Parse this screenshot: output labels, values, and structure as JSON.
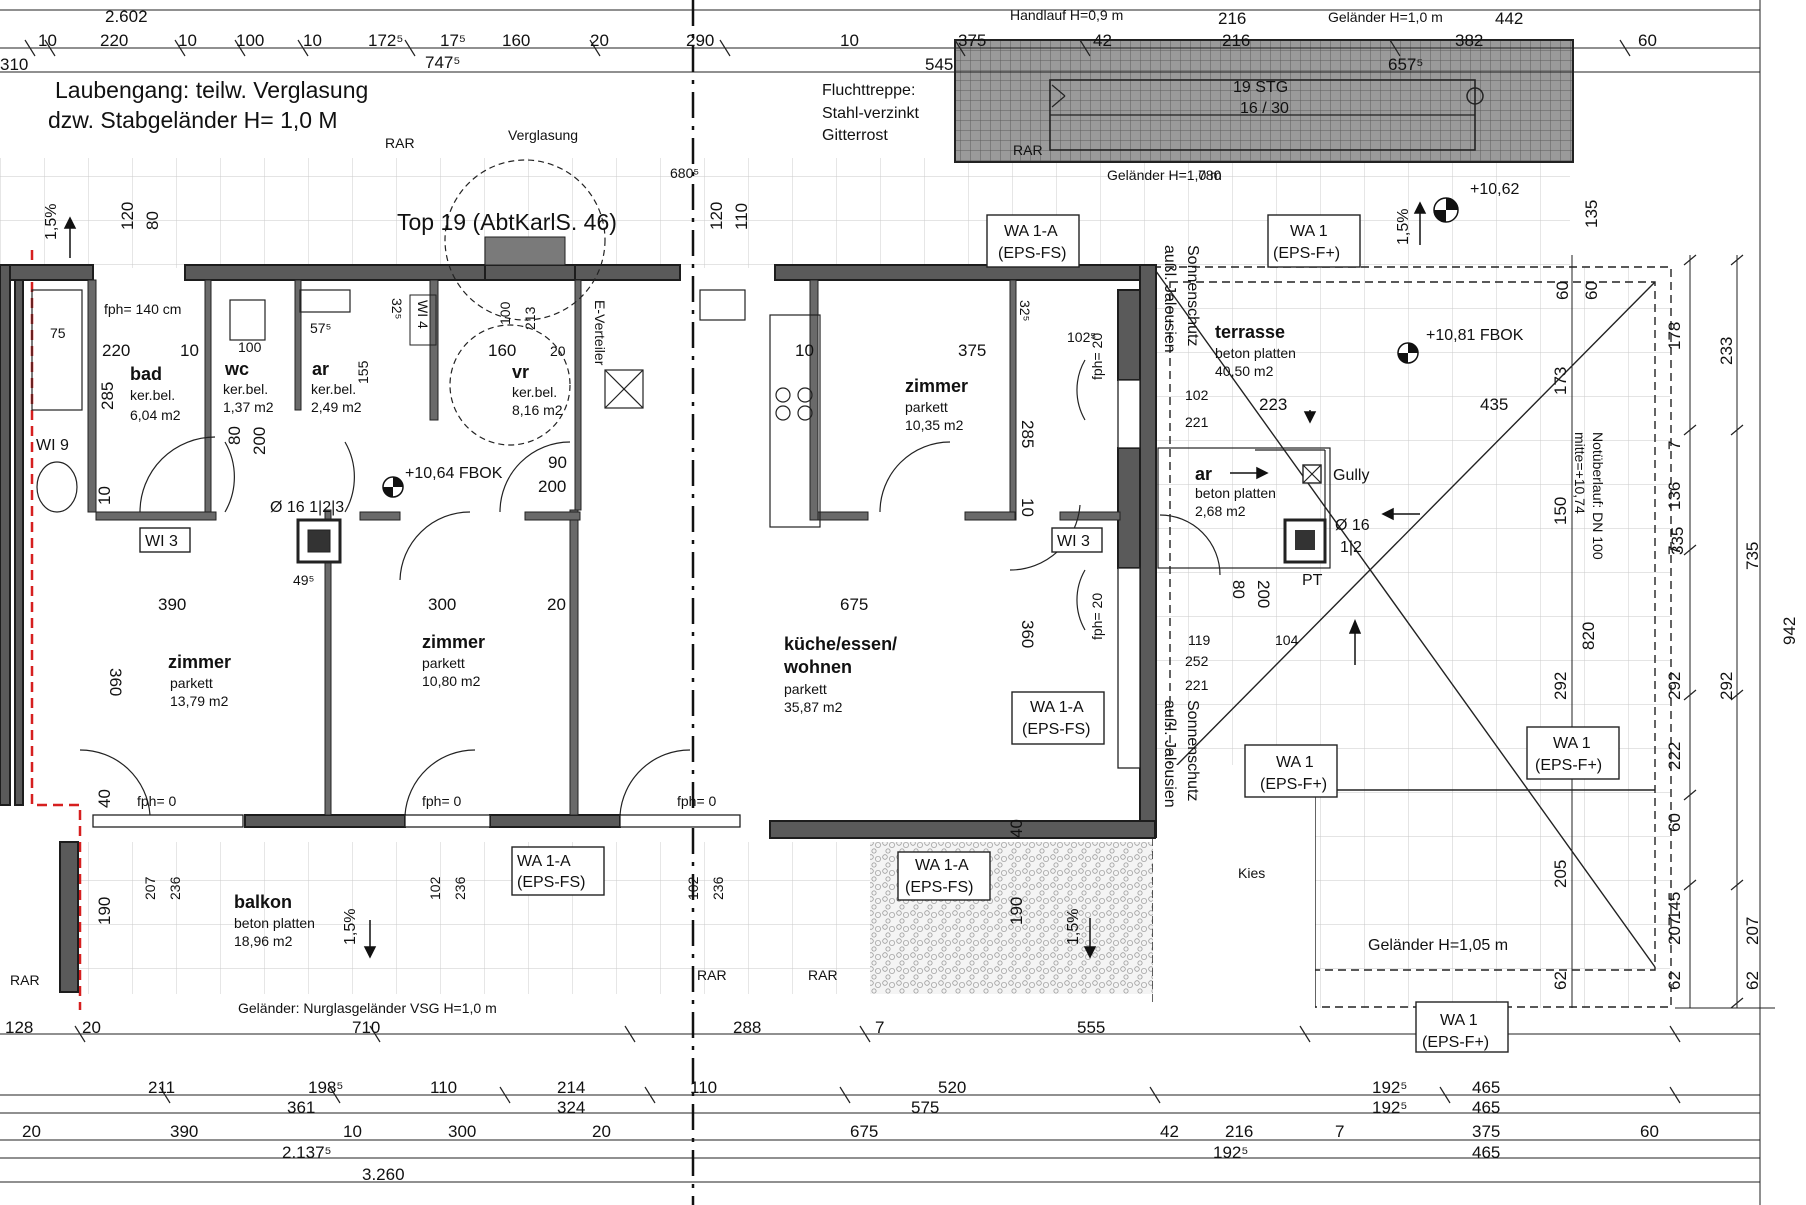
{
  "notes": {
    "laubengang_1": "Laubengang: teilw. Verglasung",
    "laubengang_2": "dzw. Stabgeländer H= 1,0 M",
    "verglasung": "Verglasung",
    "top": "Top 19 (AbtKarlS. 46)",
    "flucht_1": "Fluchttreppe:",
    "flucht_2": "Stahl-verzinkt",
    "flucht_3": "Gitterrost",
    "stair_1": "19 STG",
    "stair_2": "16 / 30",
    "handlauf": "Handlauf H=0,9 m",
    "gelaender_top": "Geländer H=1,0 m",
    "gelaender_mid": "Geländer H=1,0 m",
    "gelaender_terr": "Geländer H=1,05 m",
    "gelaender_balk": "Geländer:  Nurglasgeländer VSG H=1,0 m",
    "sonnen_1a": "Sonnenschutz",
    "sonnen_1b": "außl. Jalousien",
    "sonnen_2a": "Sonnenschutz",
    "sonnen_2b": "außl. Jalousien",
    "kies": "Kies",
    "gully": "Gully",
    "pt": "PT",
    "notueberlauf_1": "Notüberlauf: DN 100",
    "notueberlauf_2": "mitte=+10,74",
    "level_1": "+10,62",
    "level_2": "+10,81 FBOK",
    "level_3": "+10,64 FBOK",
    "pipe_1": "Ø 16 1|2|3",
    "pipe_2a": "Ø 16",
    "pipe_2b": "1|2",
    "fph": "fph= 140 cm",
    "e_verteiler": "E-Verteiler",
    "slope": "1,5%"
  },
  "rooms": [
    {
      "key": "bad",
      "name": "bad",
      "sub": "ker.bel.",
      "area": "6,04 m2"
    },
    {
      "key": "wc",
      "name": "wc",
      "sub": "ker.bel.",
      "area": "1,37 m2"
    },
    {
      "key": "ar1",
      "name": "ar",
      "sub": "ker.bel.",
      "area": "2,49 m2"
    },
    {
      "key": "vr",
      "name": "vr",
      "sub": "ker.bel.",
      "area": "8,16 m2"
    },
    {
      "key": "zimmer1",
      "name": "zimmer",
      "sub": "parkett",
      "area": "10,35 m2"
    },
    {
      "key": "terrasse",
      "name": "terrasse",
      "sub": "beton platten",
      "area": "40,50 m2"
    },
    {
      "key": "ar2",
      "name": "ar",
      "sub": "beton platten",
      "area": "2,68 m2"
    },
    {
      "key": "zimmer2",
      "name": "zimmer",
      "sub": "parkett",
      "area": "13,79 m2"
    },
    {
      "key": "zimmer3",
      "name": "zimmer",
      "sub": "parkett",
      "area": "10,80 m2"
    },
    {
      "key": "kueche",
      "name": "küche/essen/",
      "name2": "wohnen",
      "sub": "parkett",
      "area": "35,87 m2"
    },
    {
      "key": "balkon",
      "name": "balkon",
      "sub": "beton platten",
      "area": "18,96 m2"
    }
  ],
  "tags": {
    "wa1a": "WA 1-A",
    "epsfs": "(EPS-FS)",
    "wa1": "WA 1",
    "epsf": "(EPS-F+)",
    "wi3": "WI 3",
    "wi4": "WI 4",
    "wi9": "WI 9",
    "rar": "RAR",
    "fph0": "fph= 0",
    "fph20": "fph= 20"
  },
  "dims": {
    "top_row1": [
      "2.602",
      "Handlauf H=0,9 m",
      "216",
      "442"
    ],
    "top_row2": [
      "10",
      "220",
      "10",
      "100",
      "10",
      "172⁵",
      "17⁵",
      "160",
      "20",
      "290",
      "10",
      "42",
      "216",
      "382",
      "60"
    ],
    "top_row3": [
      "310",
      "747⁵",
      "545",
      "375",
      "657⁵"
    ],
    "bottom_row1": [
      "128",
      "20",
      "710",
      "288",
      "7",
      "555"
    ],
    "bottom_row2": [
      "211",
      "198⁵",
      "110",
      "214",
      "110",
      "520",
      "192⁵",
      "465"
    ],
    "bottom_row3": [
      "361",
      "324",
      "575",
      "192⁵",
      "465"
    ],
    "bottom_row4": [
      "20",
      "390",
      "10",
      "300",
      "20",
      "675",
      "42",
      "216",
      "7",
      "375",
      "60"
    ],
    "bottom_row5": [
      "2.137⁵",
      "192⁵",
      "465"
    ],
    "bottom_row6": [
      "3.260"
    ],
    "right_col1": [
      "178",
      "7",
      "136",
      "7",
      "292",
      "222",
      "60",
      "145",
      "207",
      "62"
    ],
    "right_col2": [
      "233",
      "335",
      "735",
      "942",
      "292",
      "207",
      "62"
    ],
    "right_col3": [
      "173",
      "150",
      "820",
      "292",
      "205",
      "62"
    ],
    "interior": [
      "120",
      "80",
      "285",
      "75",
      "220",
      "10",
      "100",
      "57⁵",
      "32⁵",
      "155",
      "213",
      "100",
      "20",
      "160",
      "375",
      "32⁵",
      "102⁵",
      "102",
      "223",
      "221",
      "435",
      "80",
      "200",
      "90",
      "200",
      "360",
      "675",
      "390",
      "300",
      "20",
      "49⁵",
      "119",
      "252",
      "221",
      "104",
      "80",
      "200",
      "207",
      "236",
      "102",
      "236",
      "102",
      "236",
      "190",
      "190",
      "40",
      "40",
      "285",
      "360",
      "10",
      "10",
      "680⁵",
      "780",
      "135",
      "60",
      "60",
      "120",
      "110",
      "10"
    ]
  }
}
